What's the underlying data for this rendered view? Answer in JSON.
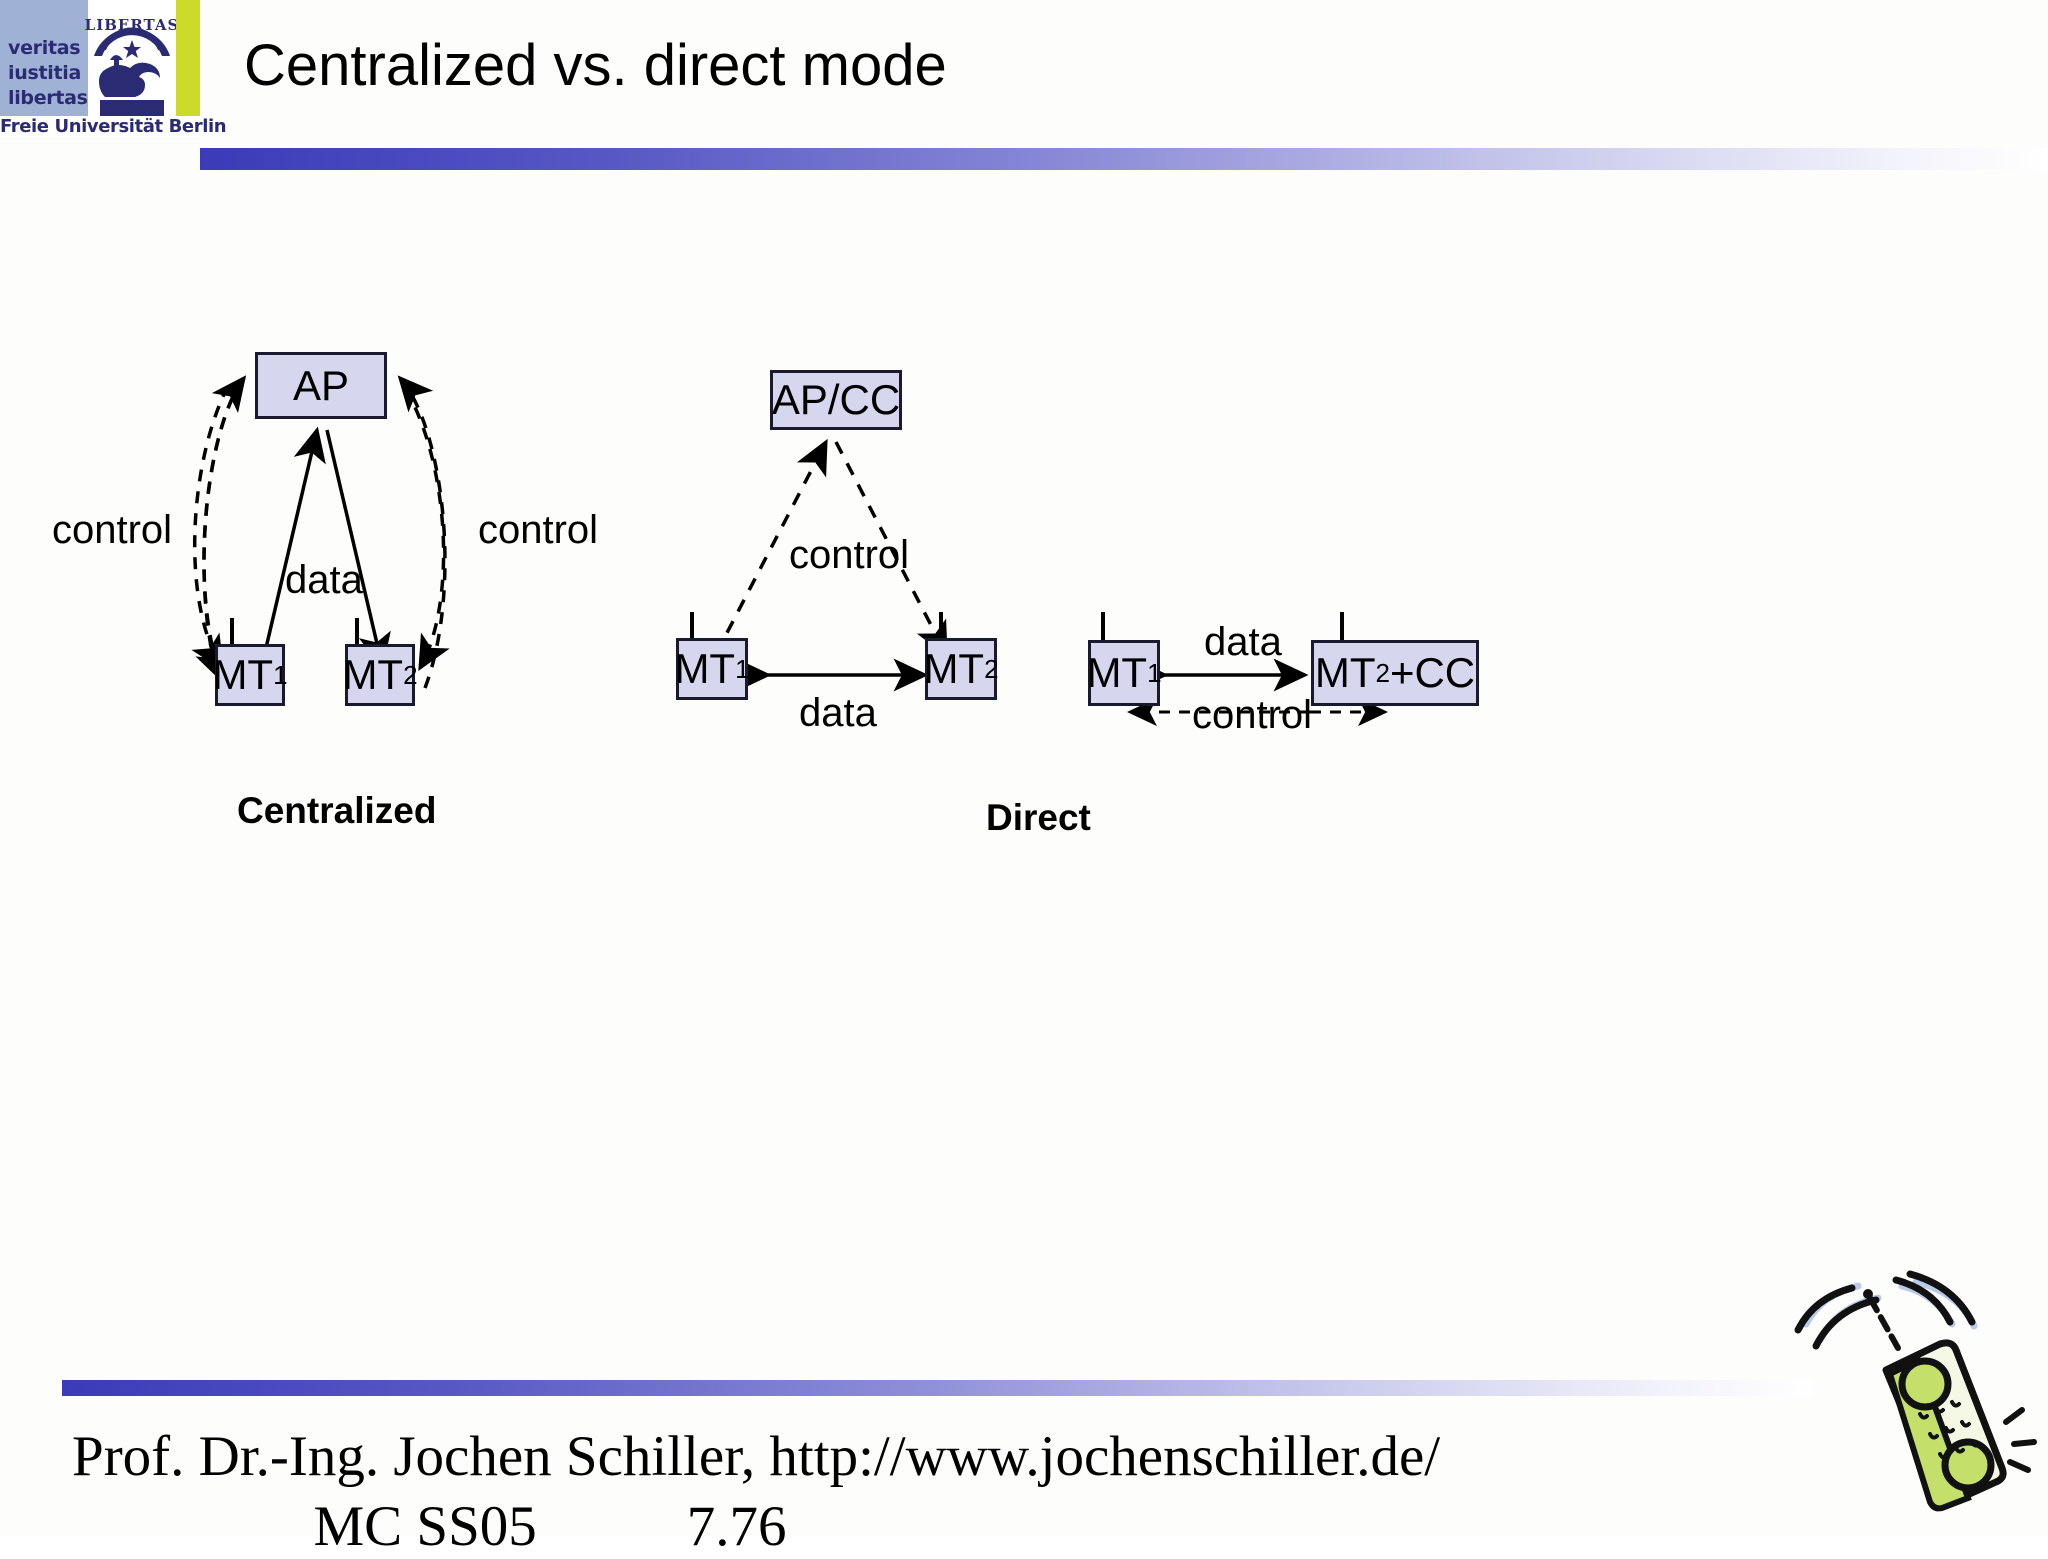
{
  "logo": {
    "motto_lines": [
      "veritas",
      "iustitia",
      "libertas"
    ],
    "seal_text": "LIBERTAS",
    "university_name": "Freie Universität Berlin",
    "colors": {
      "motto_bg": "#9fb1d4",
      "seal_ink": "#2b2b74",
      "accent_green": "#ccdb2a"
    }
  },
  "header": {
    "title": "Centralized vs. direct mode",
    "rule_gradient_from": "#3b3bb8",
    "rule_gradient_to": "#ffffff"
  },
  "diagram": {
    "box_fill": "#d6d7ef",
    "box_stroke": "#1a1a2e",
    "centralized": {
      "caption": "Centralized",
      "ap": {
        "label": "AP"
      },
      "mt1": {
        "label": "MT",
        "sub": "1"
      },
      "mt2": {
        "label": "MT",
        "sub": "2"
      },
      "label_control_left": "control",
      "label_control_right": "control",
      "label_data": "data"
    },
    "direct": {
      "caption": "Direct",
      "apcc": {
        "label": "AP/CC"
      },
      "mt1": {
        "label": "MT",
        "sub": "1"
      },
      "mt2": {
        "label": "MT",
        "sub": "2"
      },
      "label_control": "control",
      "label_data": "data"
    },
    "direct_cc": {
      "mt1": {
        "label": "MT",
        "sub": "1"
      },
      "mt2cc": {
        "label": "MT",
        "sub": "2",
        "suffix": "+CC"
      },
      "label_data": "data",
      "label_control": "control"
    }
  },
  "footer": {
    "line1": "Prof. Dr.-Ing. Jochen Schiller, http://www.jochenschiller.de/",
    "course": "MC SS05",
    "page": "7.76"
  }
}
